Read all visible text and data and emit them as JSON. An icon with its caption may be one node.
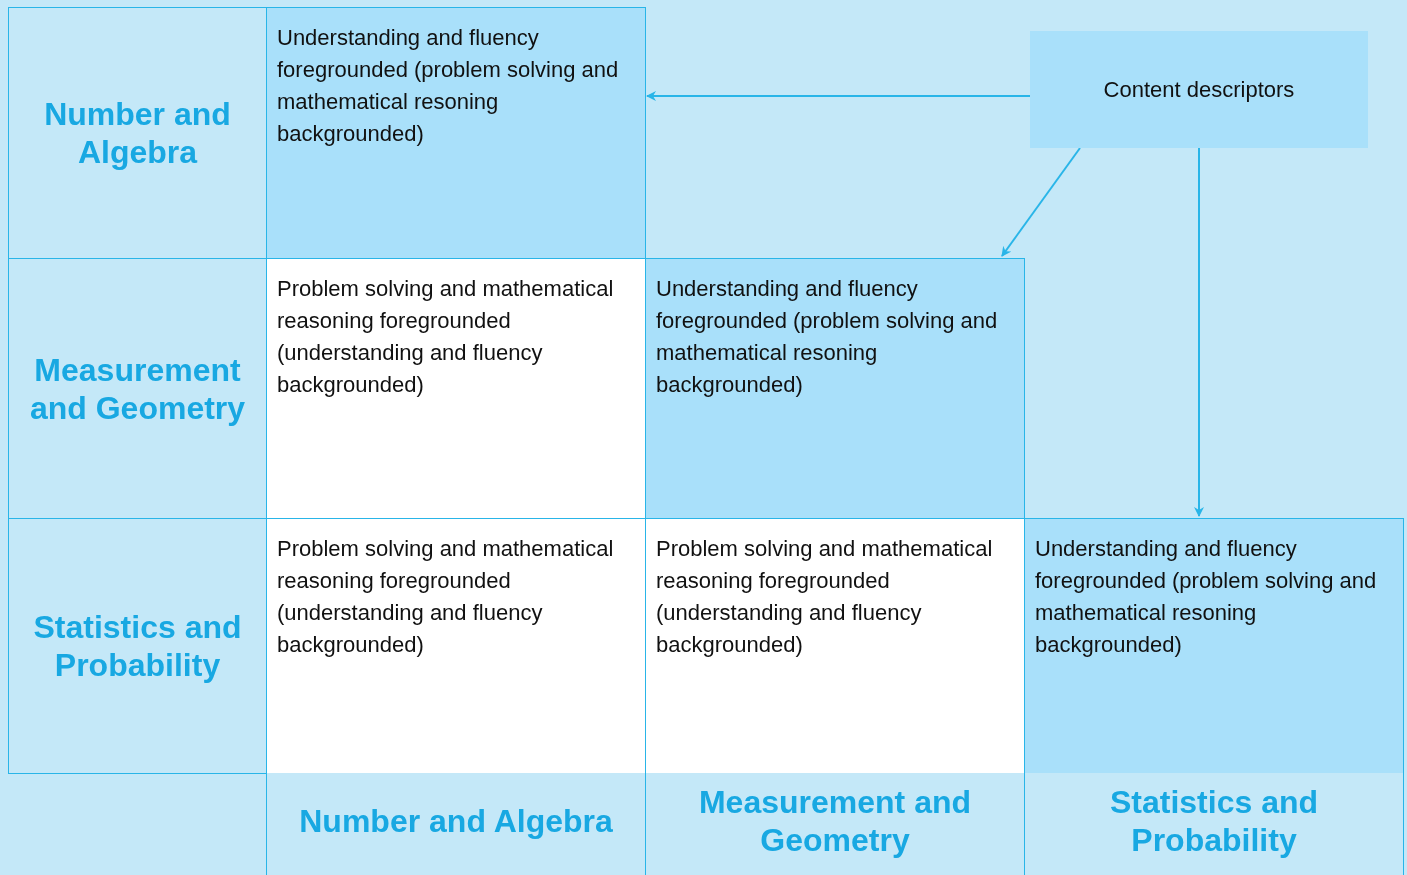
{
  "diagram": {
    "nodes": [
      {
        "text": [
          "Number and Algebra"
        ]
      },
      {
        "text": [
          "Understanding and fluency foregrounded (problem solving and mathematical resoning backgrounded)"
        ]
      },
      {
        "text": [
          "Content descriptors"
        ]
      },
      {
        "text": [
          "Measurement and Geometry"
        ]
      },
      {
        "text": [
          "Problem solving and mathematical reasoning foregrounded (understanding and fluency backgrounded)"
        ]
      },
      {
        "text": [
          "Understanding and fluency foregrounded (problem solving and mathematical resoning backgrounded)"
        ]
      },
      {
        "text": [
          "Statistics and Probability"
        ]
      },
      {
        "text": [
          "Problem solving and mathematical reasoning foregrounded (understanding and fluency backgrounded)"
        ]
      },
      {
        "text": [
          "Problem solving and mathematical reasoning foregrounded (understanding and fluency backgrounded)"
        ]
      },
      {
        "text": [
          "Understanding and fluency foregrounded (problem solving and mathematical resoning backgrounded)"
        ]
      },
      {
        "text": [
          "Number and Algebra"
        ]
      },
      {
        "text": [
          "Measurement and Geometry"
        ]
      },
      {
        "text": [
          "Statistics and Probability"
        ]
      }
    ],
    "edges": [
      {
        "from": 2,
        "to": 1,
        "arrow": "to"
      },
      {
        "from": 2,
        "to": 5,
        "arrow": "to"
      },
      {
        "from": 2,
        "to": 9,
        "arrow": "to"
      }
    ]
  }
}
